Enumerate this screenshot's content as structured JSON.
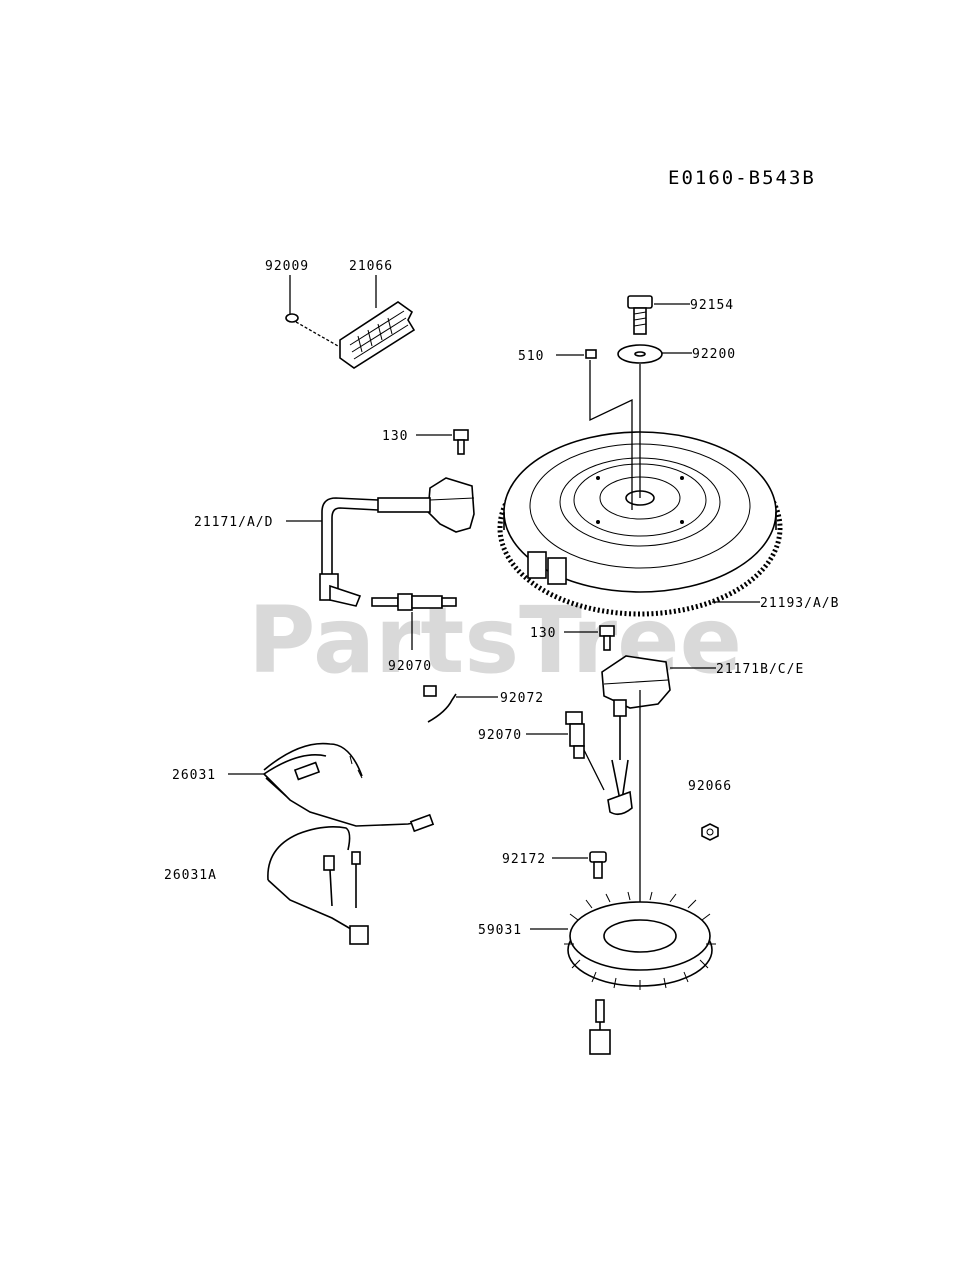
{
  "diagram_code": "E0160-B543B",
  "watermark": "PartsTree",
  "part_labels": {
    "p92009": "92009",
    "p21066": "21066",
    "p92154": "92154",
    "p510": "510",
    "p92200": "92200",
    "p130_top": "130",
    "p21171AD": "21171/A/D",
    "p21193AB": "21193/A/B",
    "p130_mid": "130",
    "p21171BCE": "21171B/C/E",
    "p92070_left": "92070",
    "p92072": "92072",
    "p92070_right": "92070",
    "p26031": "26031",
    "p92066": "92066",
    "p26031A": "26031A",
    "p92172": "92172",
    "p59031": "59031"
  }
}
